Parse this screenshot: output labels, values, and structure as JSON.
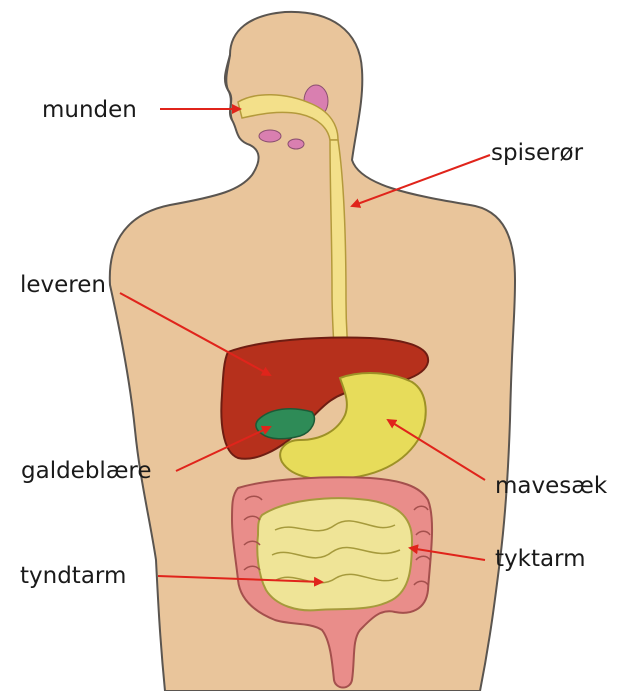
{
  "labels": {
    "munden": "munden",
    "spiseror": "spiserør",
    "leveren": "leveren",
    "galdeblaere": "galdeblære",
    "mavesaek": "mavesæk",
    "tyktarm": "tyktarm",
    "tyndtarm": "tyndtarm"
  },
  "colors": {
    "skin": "#e9c59b",
    "outline": "#5a5550",
    "esophagus": "#f3e08a",
    "liver": "#b6301c",
    "gallbladder": "#2e8b57",
    "stomach": "#e7dc5a",
    "small_intestine": "#efe497",
    "large_intestine": "#e98d8a",
    "glands": "#d97fb0",
    "arrow": "#e0241b"
  }
}
